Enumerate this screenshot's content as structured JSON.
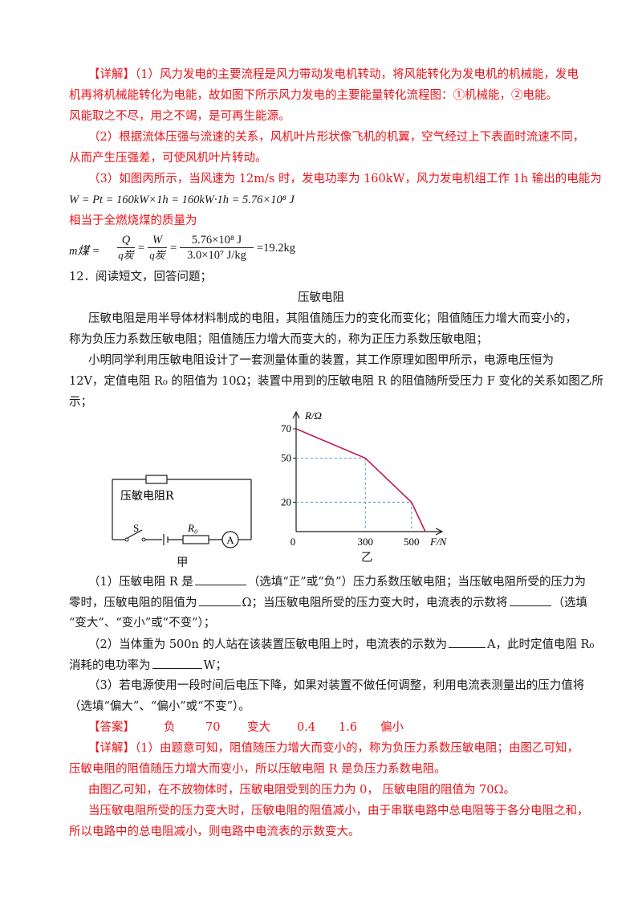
{
  "p1": {
    "l1": "【详解】（1）风力发电的主要流程是风力带动发电机转动，将风能转化为发电机的机械能，发电",
    "l2": "机再将机械能转化为电能，故如图下所示风力发电的主要能量转化流程图：①机械能，②电能。",
    "l3": "风能取之不尽，用之不竭，是可再生能源。",
    "l4": "（2）根据流体压强与流速的关系，风机叶片形状像飞机的机翼，空气经过上下表面时流速不同，",
    "l5": "从而产生压强差，可使风机叶片转动。",
    "l6": "（3）如图丙所示，当风速为 12m/s 时，发电功率为 160kW，风力发电机组工作 1h 输出的电能为",
    "eq1": "W = Pt = 160kW×1h = 160kW·1h = 5.76×10⁸ J",
    "l7": "相当于全燃烧煤的质量为",
    "eq2_lhs": "m煤 =",
    "eq2_f1_num": "Q",
    "eq2_f1_den": "q炭",
    "eq2_f2_num": "W",
    "eq2_f2_den": "q炭",
    "eq2_f3_num": "5.76×10⁸ J",
    "eq2_f3_den": "3.0×10⁷ J/kg",
    "eq2_result": "=19.2kg"
  },
  "q12": {
    "intro": "12．阅读短文，回答问题；",
    "title": "压敏电阻",
    "t1": "压敏电阻是用半导体材料制成的电阻，其阻值随压力的变化而变化；阻值随压力增大而变小的，",
    "t2": "称为负压力系数压敏电阻；阻值随压力增大而变大的，称为正压力系数压敏电阻；",
    "t3": "小明同学利用压敏电阻设计了一套测量体重的装置，其工作原理如图甲所示，电源电压恒为",
    "t4": "12V，定值电阻 R₀ 的阻值为 10Ω；装置中用到的压敏电阻 R 的阻值随所受压力 F 变化的关系如图乙所",
    "t5": "示；",
    "q1a": "（1）压敏电阻 R 是",
    "q1b": "（选填“正”或“负”）压力系数压敏电阻；当压敏电阻所受的压力为",
    "q1c": "零时，压敏电阻的阻值为",
    "q1d": "Ω；当压敏电阻所受的压力变大时，电流表的示数将",
    "q1e": "（选填",
    "q1f": "“变大”、“变小”或“不变”）；",
    "q2a": "（2）当体重为 500n 的人站在该装置压敏电阻上时，电流表的示数为",
    "q2b": "A，此时定值电阻 R₀",
    "q2c": "消耗的电功率为",
    "q2d": "W；",
    "q3a": "（3）若电源使用一段时间后电压下降，如果对装置不做任何调整，利用电流表测量出的压力值将",
    "q3b": "（选填“偏大”、“偏小”或“不变”）。"
  },
  "answer": {
    "label": "【答案】",
    "values": [
      "负",
      "70",
      "变大",
      "0.4",
      "1.6",
      "偏小"
    ]
  },
  "detail2": {
    "d1": "【详解】（1）由题意可知，阻值随压力增大而变小的，称为负压力系数压敏电阻；由图乙可知，",
    "d2": "压敏电阻的阻值随压力增大而变小，所以压敏电阻 R 是负压力系数电阻。",
    "d3": "由图乙可知，在不放物体时，压敏电阻受到的压力为 0， 压敏电阻的阻值为 70Ω。",
    "d4": "当压敏电阻所受的压力变大时，压敏电阻的阻值减小，由于串联电路中总电阻等于各分电阻之和，",
    "d5": "所以电路中的总电阻减小，则电路中电流表的示数变大。"
  },
  "circuit": {
    "resistor_label": "压敏电阻R",
    "switch_label": "S",
    "r0_label": "R₀",
    "ammeter_label": "A",
    "caption": "甲"
  },
  "chart_data": {
    "type": "line",
    "caption": "乙",
    "xlabel": "F/N",
    "ylabel": "R/Ω",
    "origin_label": "0",
    "x_ticks": [
      300,
      500
    ],
    "y_ticks": [
      20,
      50,
      70
    ],
    "series": [
      {
        "x": [
          0,
          300,
          500,
          560
        ],
        "y": [
          70,
          50,
          20,
          0
        ]
      }
    ],
    "guides": [
      {
        "x": 300,
        "y": 50
      },
      {
        "x": 500,
        "y": 20
      }
    ],
    "line_color": "#c2185b"
  }
}
